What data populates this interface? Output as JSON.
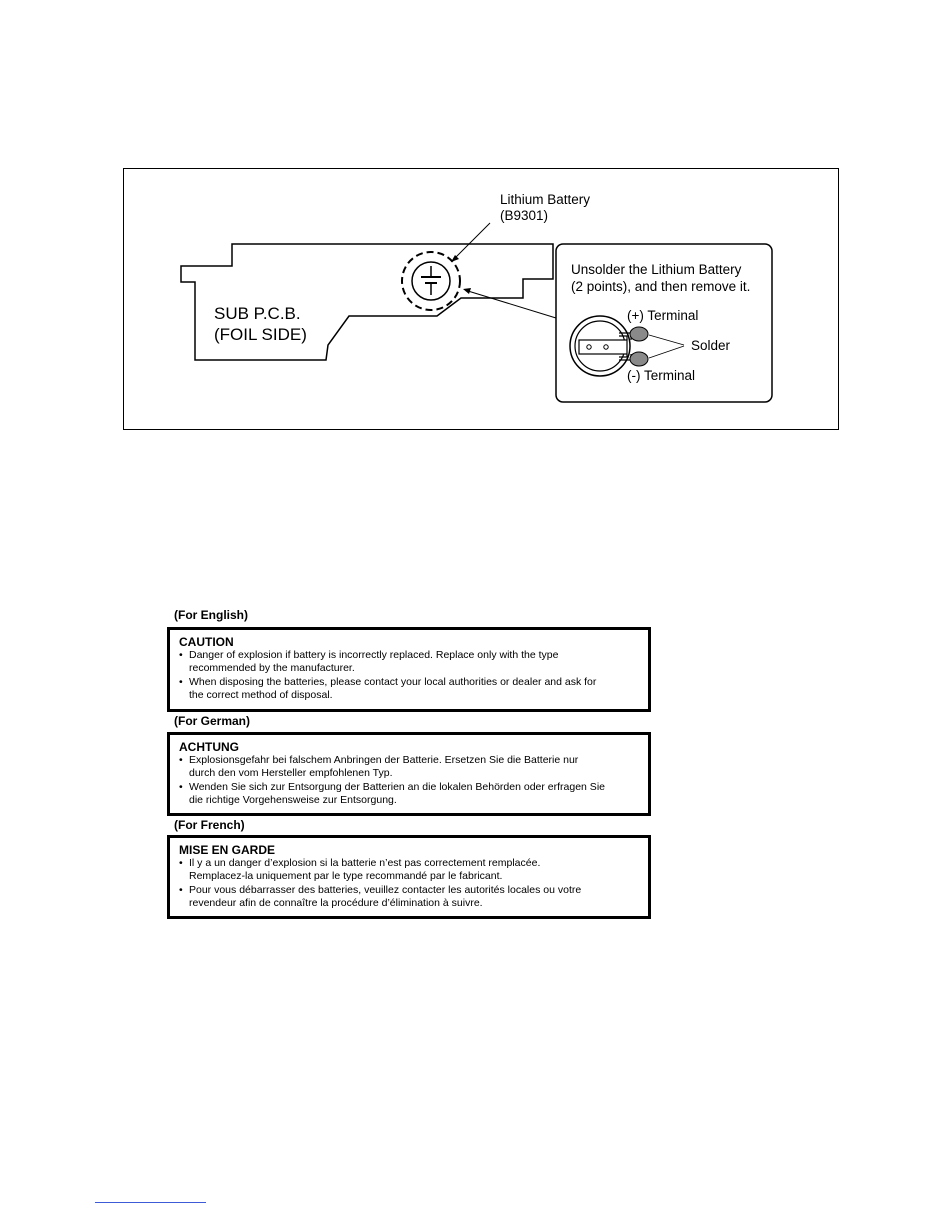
{
  "diagram": {
    "battery_label_line1": "Lithium Battery",
    "battery_label_line2": "(B9301)",
    "pcb_label_line1": "SUB P.C.B.",
    "pcb_label_line2": "(FOIL SIDE)",
    "callout_line1": "Unsolder the Lithium Battery",
    "callout_line2": "(2 points), and then remove it.",
    "plus_terminal": "(+) Terminal",
    "minus_terminal": "(-) Terminal",
    "solder": "Solder"
  },
  "warnings": [
    {
      "language_label": "(For English)",
      "title": "CAUTION",
      "bullet": "•",
      "items": [
        [
          "Danger of explosion if battery is incorrectly replaced. Replace only with the type",
          "recommended by the manufacturer."
        ],
        [
          "When disposing the batteries, please contact your local authorities or dealer and ask for",
          "the correct method of disposal."
        ]
      ]
    },
    {
      "language_label": "(For German)",
      "title": "ACHTUNG",
      "bullet": "•",
      "items": [
        [
          "Explosionsgefahr bei falschem Anbringen der Batterie. Ersetzen Sie die Batterie nur",
          "durch den vom Hersteller empfohlenen Typ."
        ],
        [
          "Wenden Sie sich zur Entsorgung der Batterien an die lokalen Behörden oder erfragen Sie",
          "die richtige Vorgehensweise zur Entsorgung."
        ]
      ]
    },
    {
      "language_label": "(For French)",
      "title": "MISE EN GARDE",
      "bullet": "•",
      "items": [
        [
          "Il y a un danger d’explosion si la batterie n’est pas correctement remplacée.",
          "Remplacez-la uniquement par le type recommandé par le fabricant."
        ],
        [
          "Pour vous débarrasser des batteries, veuillez contacter les autorités locales ou votre",
          "revendeur afin de connaître la procédure d’élimination à suivre."
        ]
      ]
    }
  ]
}
